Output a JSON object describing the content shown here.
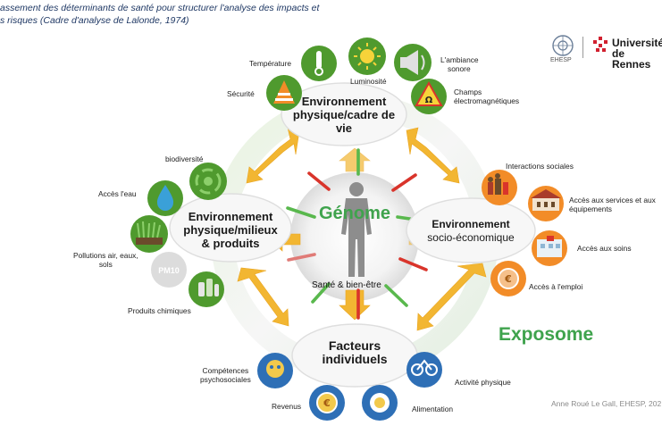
{
  "title": {
    "line1": "assement des déterminants de santé pour structurer l'analyse des impacts et",
    "line2": "s risques (Cadre d'analyse de Lalonde, 1974)"
  },
  "logo": {
    "school": "EHESP",
    "university_line1": "Université",
    "university_line2": "de Rennes"
  },
  "center": {
    "genome": "Génome",
    "health": "Santé & bien-être"
  },
  "hubs": {
    "physical": [
      "Environnement",
      "physique/cadre de",
      "vie"
    ],
    "environment": [
      "Environnement",
      "physique/milieux",
      "& produits"
    ],
    "socio": [
      "Environnement",
      "socio-économique"
    ],
    "individual": [
      "Facteurs",
      "individuels"
    ]
  },
  "labels": {
    "temperature": "Température",
    "luminosity": "Luminosité",
    "sound": [
      "L'ambiance",
      "sonore"
    ],
    "security": "Sécurité",
    "fields": [
      "Champs",
      "électromagnétiques"
    ],
    "biodiversity": "biodiversité",
    "water": "Accès l'eau",
    "pollution": [
      "Pollutions air, eaux,",
      "sols"
    ],
    "chemicals": "Produits chimiques",
    "social": "Interactions sociales",
    "services": [
      "Accès aux services et aux",
      "équipements"
    ],
    "care": "Accès aux soins",
    "employment": "Accès à l'emploi",
    "competences": [
      "Compétences",
      "psychosociales"
    ],
    "income": "Revenus",
    "food": "Alimentation",
    "activity": "Activité physique"
  },
  "icons": {
    "pm10_text": "PM10"
  },
  "exposome": "Exposome",
  "credit": "Anne Roué Le Gall, EHESP, 202",
  "colors": {
    "icon_green": "#4f9a2e",
    "arrow_yellow": "#f2b632",
    "arrow_red": "#d9342b",
    "arrow_green": "#59b84d",
    "accent_green": "#3fa34d",
    "title_blue": "#1f3864"
  }
}
